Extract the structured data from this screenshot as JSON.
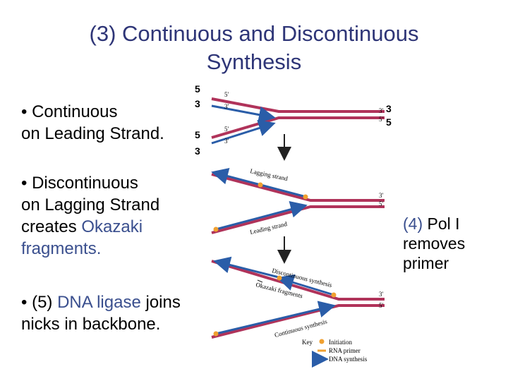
{
  "title": {
    "line1": "(3) Continuous and Discontinuous",
    "line2": "Synthesis"
  },
  "bullet1": {
    "line1": "• Continuous",
    "line2": "on Leading Strand."
  },
  "bullet2": {
    "line1": "• Discontinuous",
    "line2": "on Lagging Strand",
    "line3_a": "creates ",
    "line3_b": "Okazaki",
    "line4": "fragments."
  },
  "bullet3": {
    "line1_a": "• (5) ",
    "line1_b": "DNA ligase",
    "line1_c": " joins",
    "line2": "nicks in backbone."
  },
  "strand_nums": {
    "top_left_5": "5",
    "top_left_3": "3",
    "bottom_left_5": "5",
    "bottom_left_3": "3",
    "right_3": "3",
    "right_5": "5"
  },
  "end_labels": {
    "five_prime": "5′",
    "three_prime": "3′"
  },
  "diagram_labels": {
    "lagging_strand": "Lagging strand",
    "leading_strand": "Leading strand",
    "discontinuous_synthesis": "Discontinuous synthesis",
    "okazaki_fragments": "Okazaki fragments",
    "continuous_synthesis": "Continuous synthesis"
  },
  "key": {
    "title": "Key",
    "initiation": "Initiation",
    "rna_primer": "RNA primer",
    "dna_synthesis": "DNA synthesis"
  },
  "note": {
    "line1_a": "(4) ",
    "line1_b": "Pol I",
    "line2": "removes",
    "line3": "primer"
  },
  "colors": {
    "title": "#2e3577",
    "accent_blue": "#3a4f8e",
    "strand_red": "#b0335a",
    "strand_blue": "#2a5da8",
    "primer": "#f0a030"
  }
}
